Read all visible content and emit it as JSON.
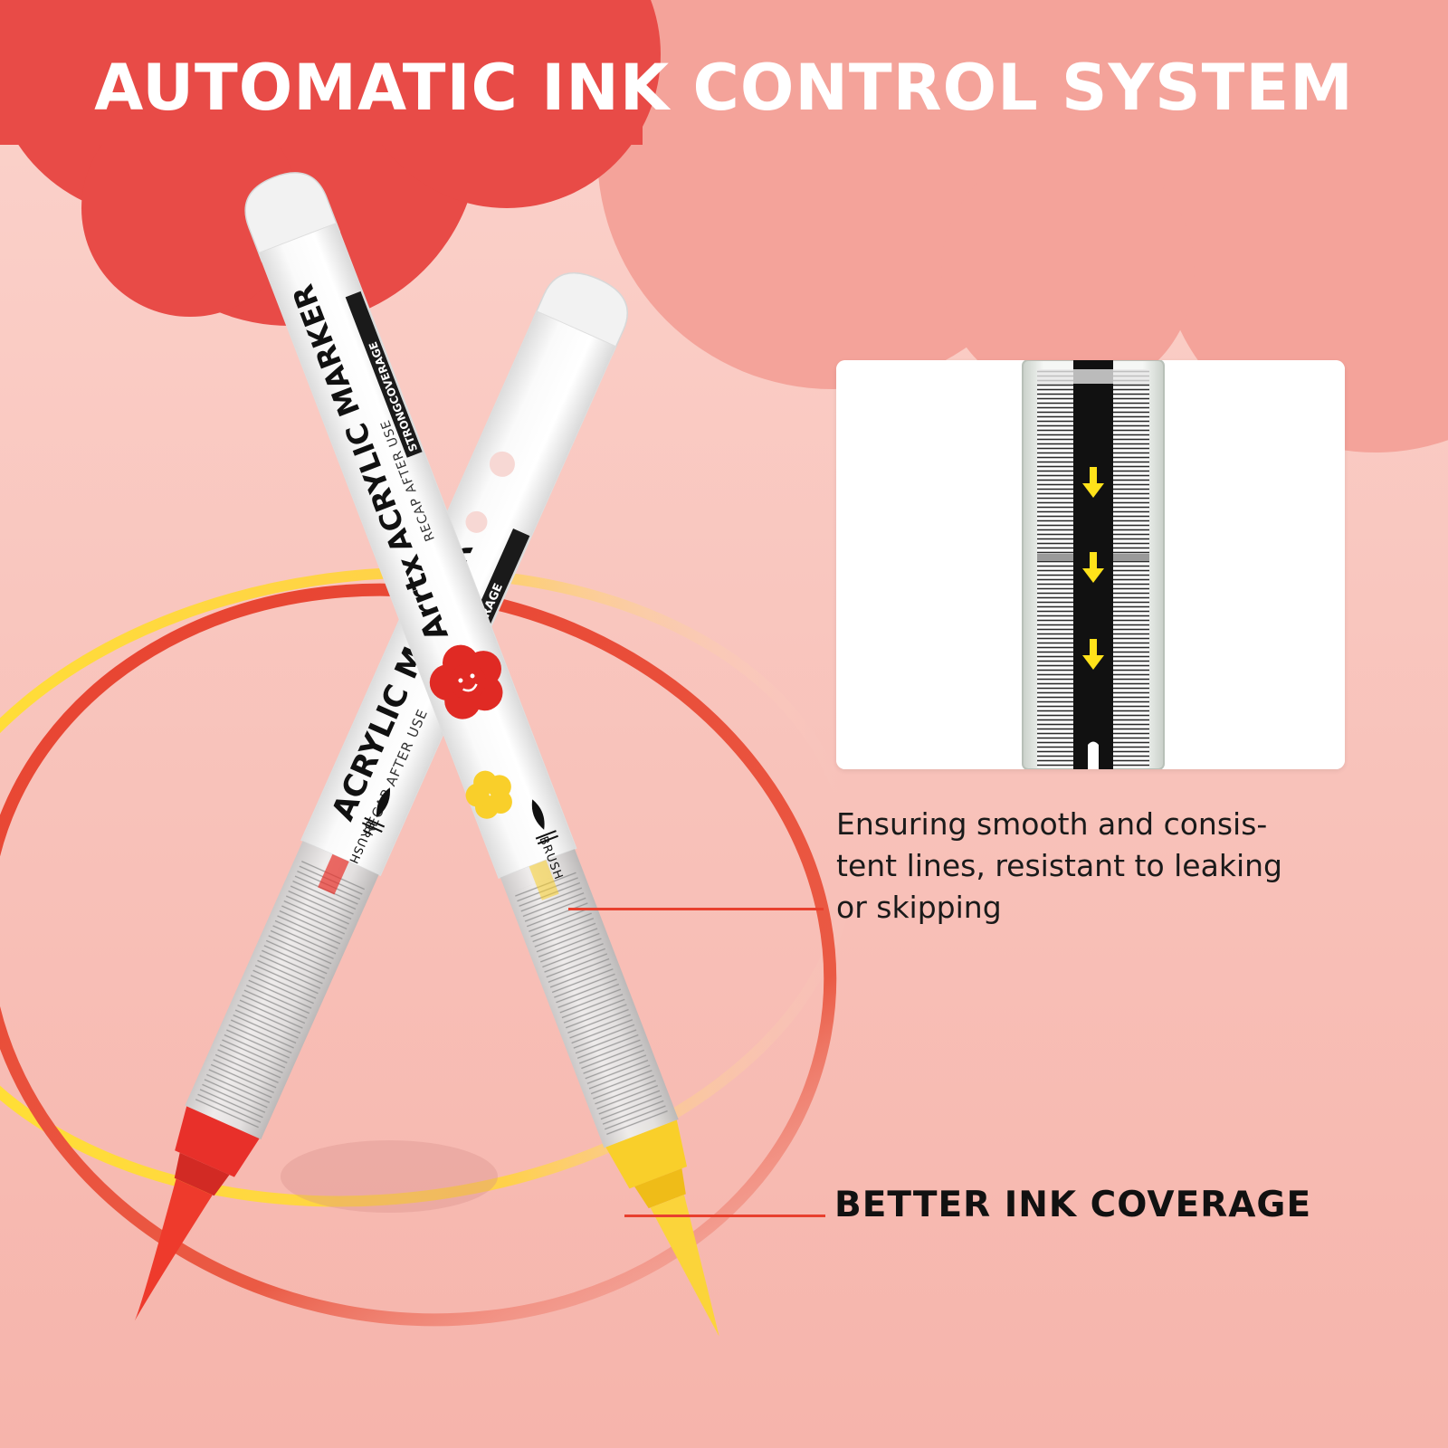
{
  "headline": "AUTOMATIC INK CONTROL SYSTEM",
  "feature_1": {
    "lines": [
      "Ensuring smooth and consis-",
      "tent lines, resistant to leaking",
      "or skipping"
    ]
  },
  "feature_2": {
    "label": "BETTER INK COVERAGE"
  },
  "marker": {
    "brand": "Arrtx",
    "product": "ACRYLIC MARKER",
    "subline": "RECAP AFTER USE",
    "badge": "STRONGCOVERAGE",
    "tip": "BRUSH"
  },
  "colors": {
    "background": "#f7bfb7",
    "cloud_red": "#e84b47",
    "cloud_pink": "#f4a39a",
    "ring_red": "#e8402e",
    "ring_yellow": "#ffe033",
    "marker_red": "#e8302a",
    "marker_yellow": "#f9cf2a",
    "arrow_yellow": "#ffe21a"
  },
  "icons": [
    "flower-logo",
    "brush-tip-icon",
    "down-arrow-icon"
  ]
}
